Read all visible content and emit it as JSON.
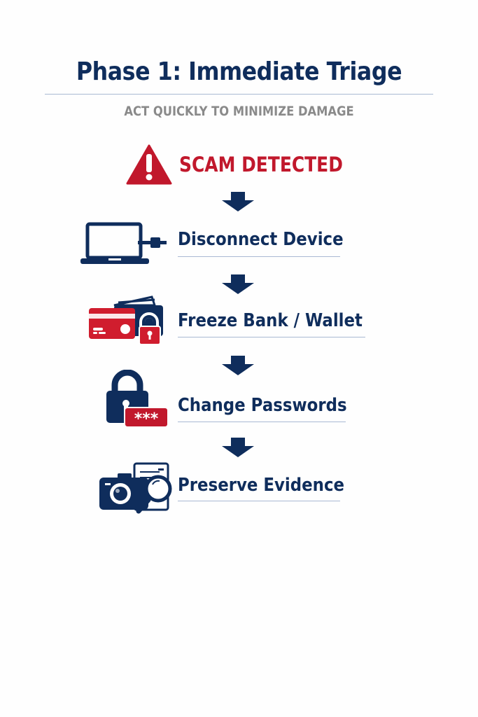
{
  "header": {
    "title": "Phase 1: Immediate Triage",
    "subtitle": "ACT QUICKLY TO MINIMIZE DAMAGE"
  },
  "alert": {
    "icon": "warning-triangle-icon",
    "label": "SCAM DETECTED",
    "color": "#c1182c"
  },
  "steps": [
    {
      "label": "Disconnect Device",
      "icon": "laptop-unplug-icon"
    },
    {
      "label": "Freeze Bank / Wallet",
      "icon": "card-wallet-lock-icon"
    },
    {
      "label": "Change Passwords",
      "icon": "padlock-password-icon"
    },
    {
      "label": "Preserve Evidence",
      "icon": "camera-document-magnifier-icon"
    }
  ],
  "colors": {
    "navy": "#0f2d5c",
    "red": "#c1182c",
    "gray": "#8a8a8a",
    "rule": "#a9b9d3"
  }
}
